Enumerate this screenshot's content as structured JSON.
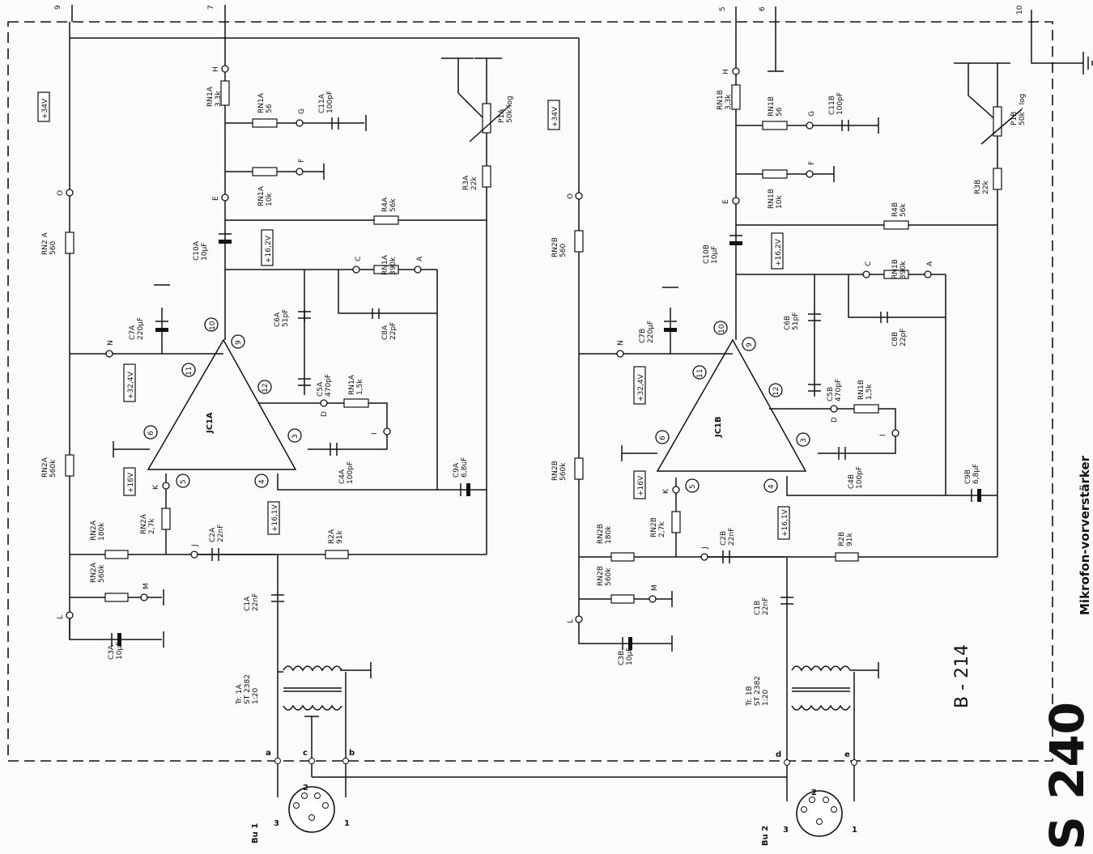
{
  "board_id": "B - 214",
  "model_title": "S 240",
  "subtitle": "Mikrofon-vorverstärker",
  "pins": [
    "9",
    "7",
    "5",
    "6",
    "10"
  ],
  "rails": {
    "v34": "+34V",
    "v324": "+32,4V",
    "v162": "+16,2V",
    "v161": "+16,1V",
    "v16": "+16V"
  },
  "test_points": [
    "A",
    "C",
    "D",
    "E",
    "F",
    "G",
    "H",
    "I",
    "J",
    "K",
    "L",
    "M",
    "N",
    "O"
  ],
  "pin_numbers": [
    "3",
    "4",
    "5",
    "6",
    "9",
    "10",
    "11",
    "12"
  ],
  "channel_a": {
    "ic": "JC1A",
    "rn1a_33k": [
      "RN1A",
      "3,3k"
    ],
    "rn1a_56": [
      "RN1A",
      "56"
    ],
    "c11a": [
      "C11A",
      "100pF"
    ],
    "rn1a_10k": [
      "RN1A",
      "10k"
    ],
    "r4a": [
      "R4A",
      "56k"
    ],
    "r3a": [
      "R3A",
      "22k"
    ],
    "p1a": [
      "P1A",
      "50k-log"
    ],
    "c10a": [
      "C10A",
      "10µF"
    ],
    "rn1a_390k": [
      "RN1A",
      "390k"
    ],
    "c6a": [
      "C6A",
      "51pF"
    ],
    "c8a": [
      "C8A",
      "22pF"
    ],
    "c7a": [
      "C7A",
      "220µF"
    ],
    "c5a": [
      "C5A",
      "470pF"
    ],
    "rn1a_15k": [
      "RN1A",
      "1,5k"
    ],
    "c4a": [
      "C4A",
      "100pF"
    ],
    "c9a": [
      "C9A",
      "6,8uF"
    ],
    "rn2a_560": [
      "RN2 A",
      "560"
    ],
    "rn2a_560k": [
      "RN2A",
      "560k"
    ],
    "rn2a_180k": [
      "RN2A",
      "180k"
    ],
    "rn2a_27k": [
      "RN2A",
      "2,7k"
    ],
    "c2a": [
      "C2A",
      "22nF"
    ],
    "r2a": [
      "R2A",
      "91k"
    ],
    "rn2a_560k_b": [
      "RN2A",
      "560k"
    ],
    "c1a": [
      "C1A",
      "22nF"
    ],
    "c3a": [
      "C3A",
      "10µF"
    ],
    "tr": [
      "Tr. 1A",
      "ST 2382",
      "1:20"
    ]
  },
  "channel_b": {
    "ic": "JC1B",
    "rn1b_33k": [
      "RN1B",
      "3,3k"
    ],
    "rn1b_56": [
      "RN1B",
      "56"
    ],
    "c11b": [
      "C11B",
      "100pF"
    ],
    "rn1b_10k": [
      "RN1B",
      "10k"
    ],
    "r4b": [
      "R4B",
      "56k"
    ],
    "r3b": [
      "R3B",
      "22k"
    ],
    "p1b": [
      "P1B",
      "50k - log"
    ],
    "c10b": [
      "C10B",
      "10µF"
    ],
    "rn1b_390k": [
      "RN1B",
      "390k"
    ],
    "c6b": [
      "C6B",
      "51pF"
    ],
    "c8b": [
      "C8B",
      "22pF"
    ],
    "c7b": [
      "C7B",
      "220µF"
    ],
    "c5b": [
      "C5B",
      "470pF"
    ],
    "rn1b_15k": [
      "RN1B",
      "1,5k"
    ],
    "c4b": [
      "C4B",
      "100pF"
    ],
    "c9b": [
      "C9B",
      "6,8µF"
    ],
    "rn2b_560": [
      "RN2B",
      "560"
    ],
    "rn2b_560k": [
      "RN2B",
      "560k"
    ],
    "rn2b_180k": [
      "RN2B",
      "180k"
    ],
    "rn2b_27k": [
      "RN2B",
      "2,7k"
    ],
    "c2b": [
      "C2B",
      "22nF"
    ],
    "r2b": [
      "R2B",
      "91k"
    ],
    "rn2b_560k_b": [
      "RN2B",
      "560k"
    ],
    "c1b": [
      "C1B",
      "22nF"
    ],
    "c3b": [
      "C3B",
      "10µF"
    ],
    "tr": [
      "Tr. 1B",
      "ST 2382",
      "1:20"
    ]
  },
  "connectors": {
    "bu1": "Bu 1",
    "bu2": "Bu 2",
    "a": "a",
    "c": "c",
    "b": "b",
    "d": "d",
    "e": "e",
    "n1": "1",
    "n2": "2",
    "n3": "3"
  }
}
